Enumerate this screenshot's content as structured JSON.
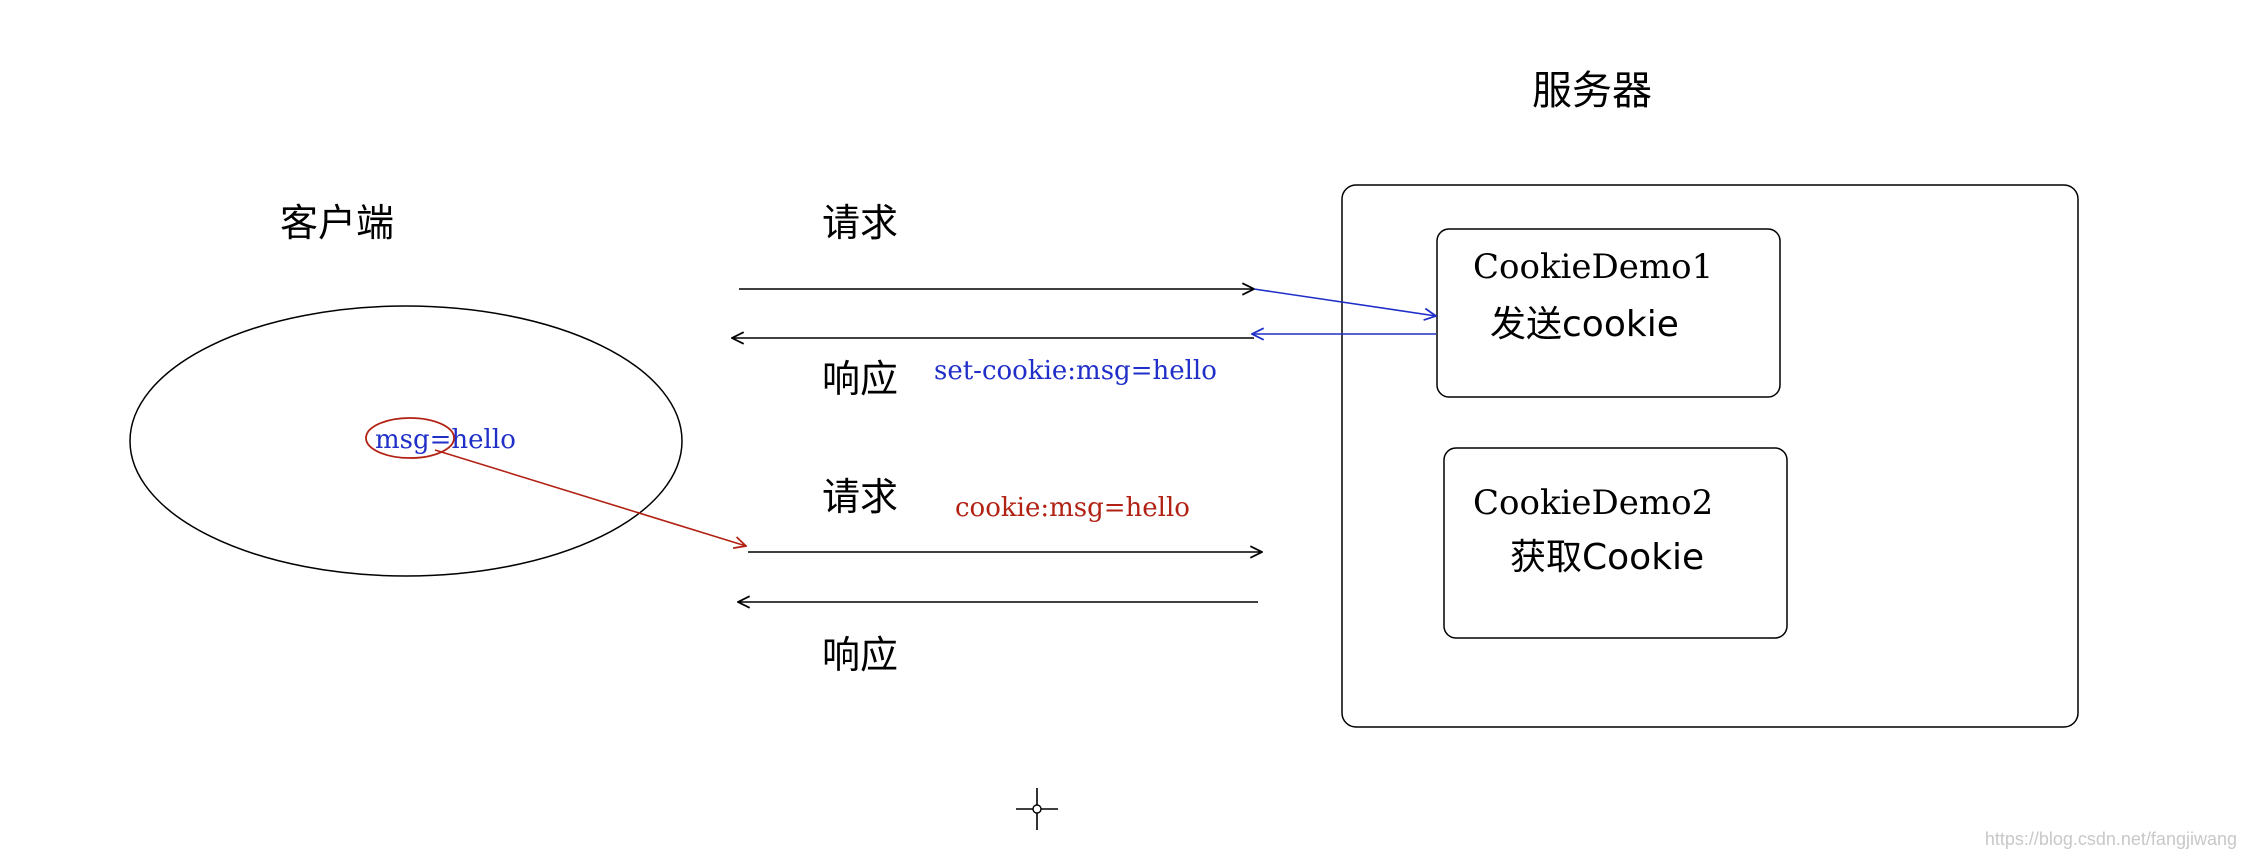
{
  "labels": {
    "server_title": "服务器",
    "client_title": "客户端",
    "request_1": "请求",
    "response_1": "响应",
    "request_2": "请求",
    "response_2": "响应",
    "set_cookie": "set-cookie:msg=hello",
    "cookie_header": "cookie:msg=hello",
    "client_cookie": "msg=hello",
    "demo1_name": "CookieDemo1",
    "demo1_desc": "发送cookie",
    "demo2_name": "CookieDemo2",
    "demo2_desc": "获取Cookie",
    "watermark": "https://blog.csdn.net/fangjiwang"
  },
  "colors": {
    "black": "#000000",
    "blue": "#1f2fc8",
    "red": "#b22214",
    "watermark": "#c8c8c8"
  }
}
